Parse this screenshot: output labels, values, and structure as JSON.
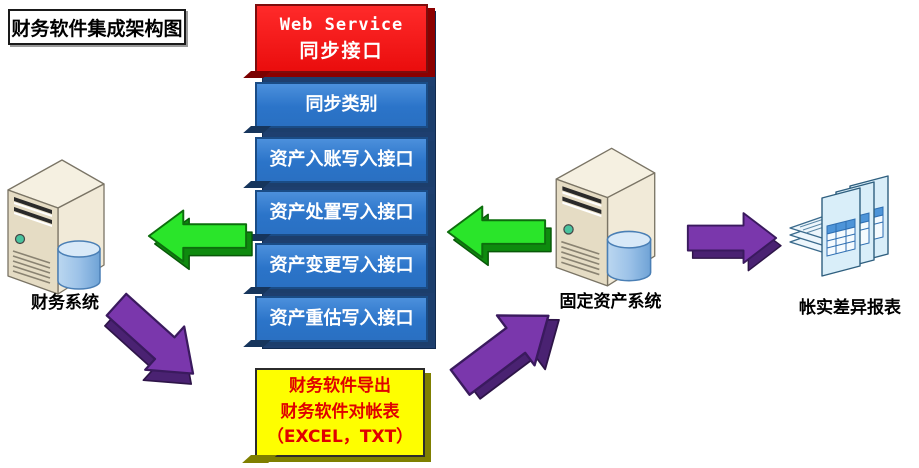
{
  "title": "财务软件集成架构图",
  "stack": {
    "web_service": {
      "line1": "Web Service",
      "line2": "同步接口"
    },
    "interfaces": [
      "同步类别",
      "资产入账写入接口",
      "资产处置写入接口",
      "资产变更写入接口",
      "资产重估写入接口"
    ]
  },
  "nodes": {
    "finance_system": {
      "label": "财务系统",
      "icon": "server-with-database-icon"
    },
    "fixed_asset_system": {
      "label": "固定资产系统",
      "icon": "server-with-database-icon"
    },
    "report": {
      "label": "帐实差异报表",
      "icon": "report-pages-icon"
    },
    "export_box": {
      "line1": "财务软件导出",
      "line2": "财务软件对帐表",
      "line3": "（EXCEL，TXT）"
    }
  },
  "arrows": {
    "interfaces_to_finance": {
      "icon": "block-arrow-left-icon",
      "color": "#2AE52A"
    },
    "fixed_asset_to_interfaces": {
      "icon": "block-arrow-left-icon",
      "color": "#2AE52A"
    },
    "finance_to_export": {
      "icon": "block-arrow-down-right-icon",
      "color": "#7A37AC"
    },
    "export_to_fixed_asset": {
      "icon": "block-arrow-up-right-icon",
      "color": "#7A37AC"
    },
    "fixed_asset_to_report": {
      "icon": "block-arrow-right-icon",
      "color": "#7A37AC"
    }
  },
  "colors": {
    "web_service_box": "#EE1111",
    "web_service_box_shadow": "#8B0000",
    "interface_box": "#2B74C9",
    "stack_backdrop": "#1E3F6F",
    "export_box_bg": "#FEFE00",
    "export_box_text": "#E00000",
    "export_box_shadow": "#7F7F00",
    "green_arrow": "#2AE52A",
    "green_arrow_shadow": "#0E8A0E",
    "purple_arrow": "#7A37AC",
    "purple_arrow_shadow": "#4A2272",
    "server_body": "#E5DCC4",
    "database_cylinder": "#8FBBE4",
    "report_page": "#D9EEF9"
  }
}
